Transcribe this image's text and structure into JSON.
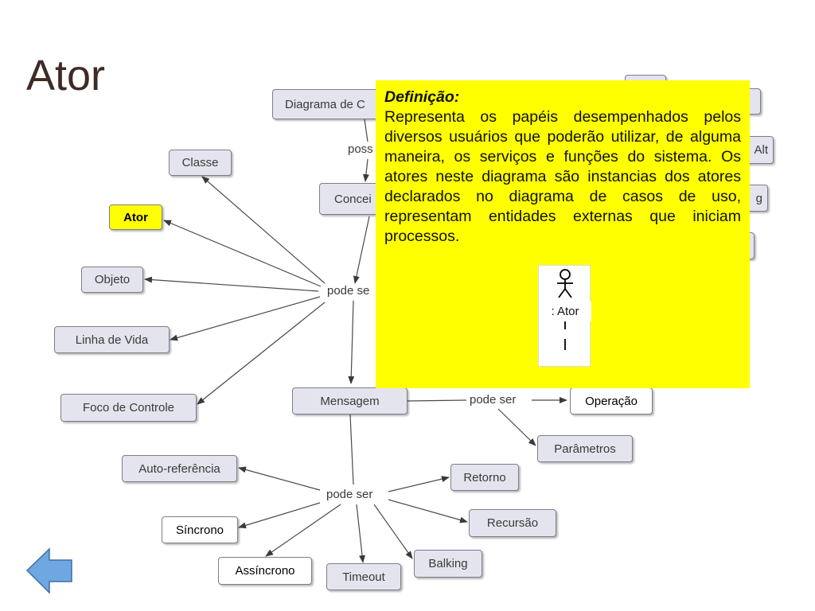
{
  "slide": {
    "title": "Ator"
  },
  "nodes": {
    "diagrama": "Diagrama de C",
    "conceito": "Concei",
    "classe": "Classe",
    "ator": "Ator",
    "objeto": "Objeto",
    "linha_de_vida": "Linha de Vida",
    "foco_de_controle": "Foco de Controle",
    "mensagem": "Mensagem",
    "operacao": "Operação",
    "parametros": "Parâmetros",
    "auto_referencia": "Auto-referência",
    "retorno": "Retorno",
    "sincrono": "Síncrono",
    "recursao": "Recursão",
    "assincrono": "Assíncrono",
    "timeout": "Timeout",
    "balking": "Balking",
    "partial_alt": "Alt",
    "partial_g": "g"
  },
  "labels": {
    "possui": "poss",
    "pode_ser_1": "pode se",
    "pode_ser_2": "pode ser",
    "pode_ser_3": "pode ser"
  },
  "popup": {
    "heading": "Definição:",
    "body": "Representa os papéis desempenhados pelos diversos usuários que poderão utilizar, de alguma maneira, os serviços e funções do sistema. Os atores neste diagrama são instancias dos atores declarados no diagrama de casos de uso, representam entidades externas que iniciam processos.",
    "image_label": ": Ator"
  },
  "colors": {
    "highlight": "#ffff00",
    "node_fill": "#e4e4ee",
    "title": "#3f2b24",
    "back_arrow": "#6fa8e0"
  },
  "icons": {
    "back": "left-arrow-icon",
    "actor": "stick-figure-icon"
  }
}
